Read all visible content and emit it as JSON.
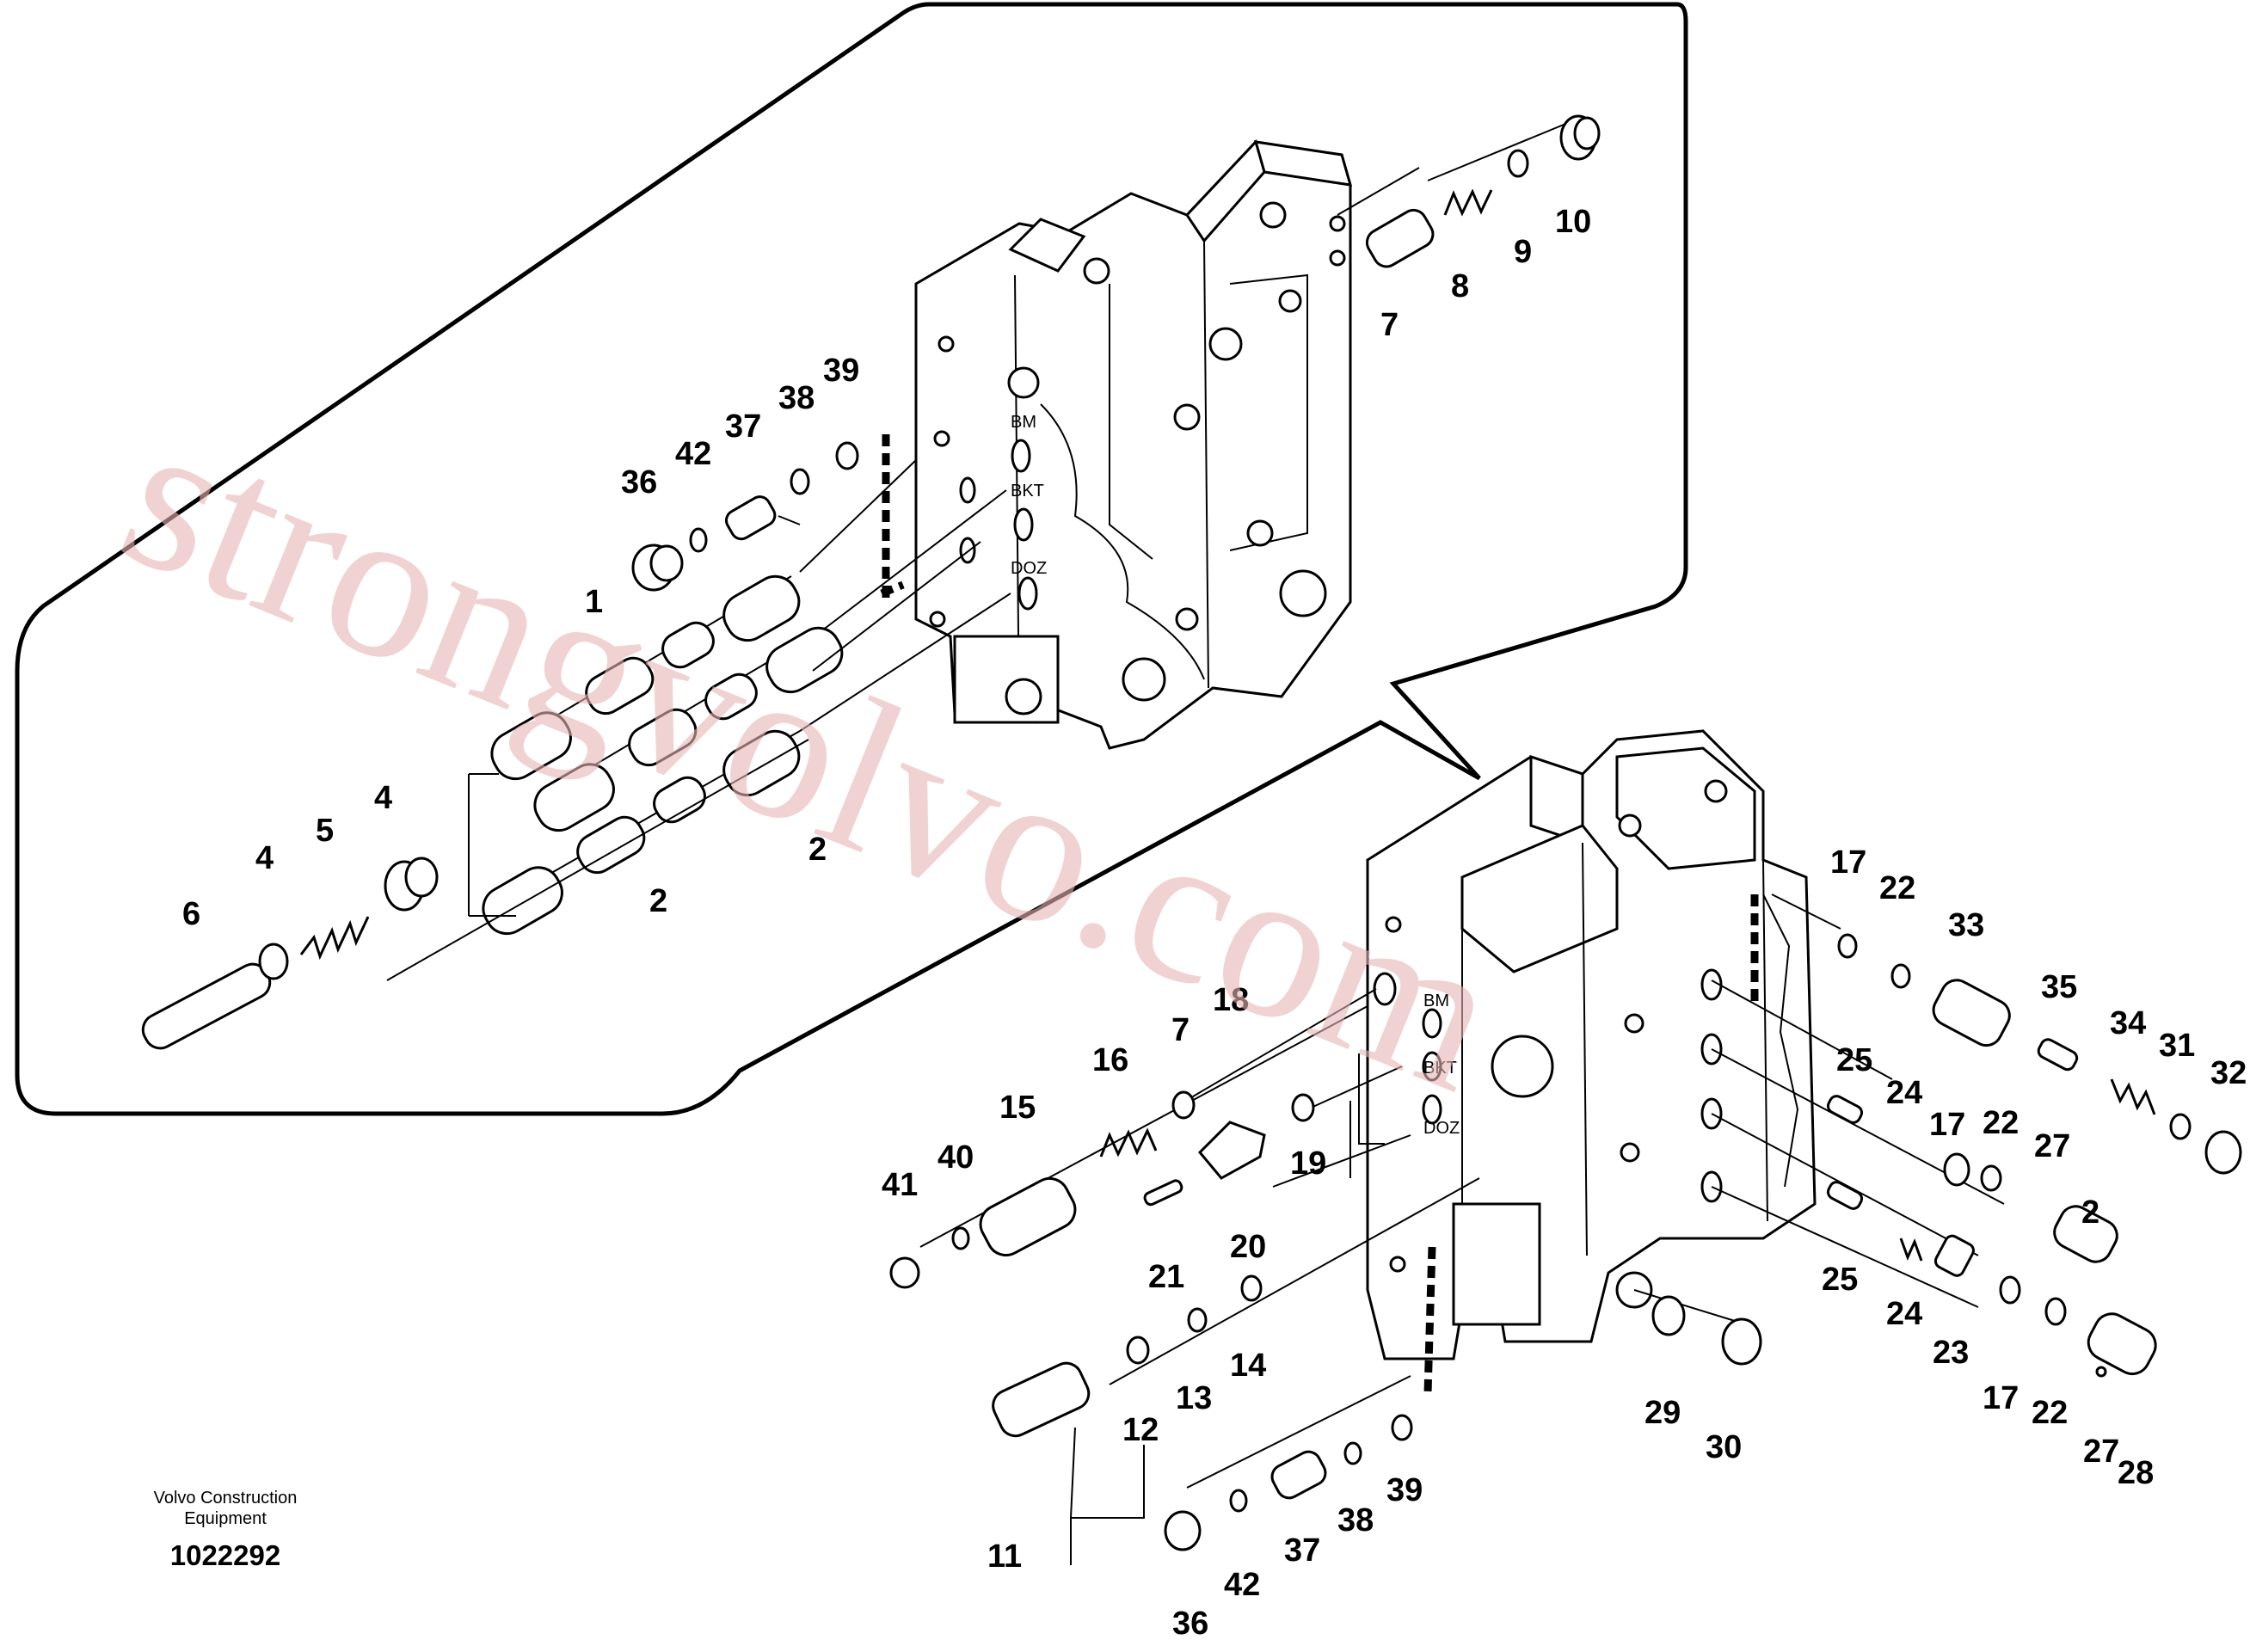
{
  "watermark": "strongvolvo.com",
  "credit": {
    "line1": "Volvo Construction",
    "line2": "Equipment"
  },
  "document_number": "1022292",
  "port_labels": {
    "upper": {
      "bm": "BM",
      "bkt": "BKT",
      "doz": "DOZ"
    },
    "lower": {
      "bm": "BM",
      "bkt": "BKT",
      "doz": "DOZ"
    }
  },
  "part_numbers": {
    "upper_view": [
      "1",
      "2",
      "2",
      "4",
      "4",
      "5",
      "6",
      "7",
      "8",
      "9",
      "10",
      "36",
      "42",
      "37",
      "38",
      "39"
    ],
    "lower_view": [
      "7",
      "11",
      "12",
      "13",
      "14",
      "15",
      "16",
      "17",
      "17",
      "17",
      "18",
      "19",
      "20",
      "21",
      "22",
      "22",
      "22",
      "23",
      "24",
      "24",
      "25",
      "25",
      "27",
      "2",
      "27",
      "28",
      "29",
      "30",
      "31",
      "32",
      "33",
      "34",
      "35",
      "36",
      "37",
      "38",
      "39",
      "40",
      "41",
      "42"
    ]
  }
}
